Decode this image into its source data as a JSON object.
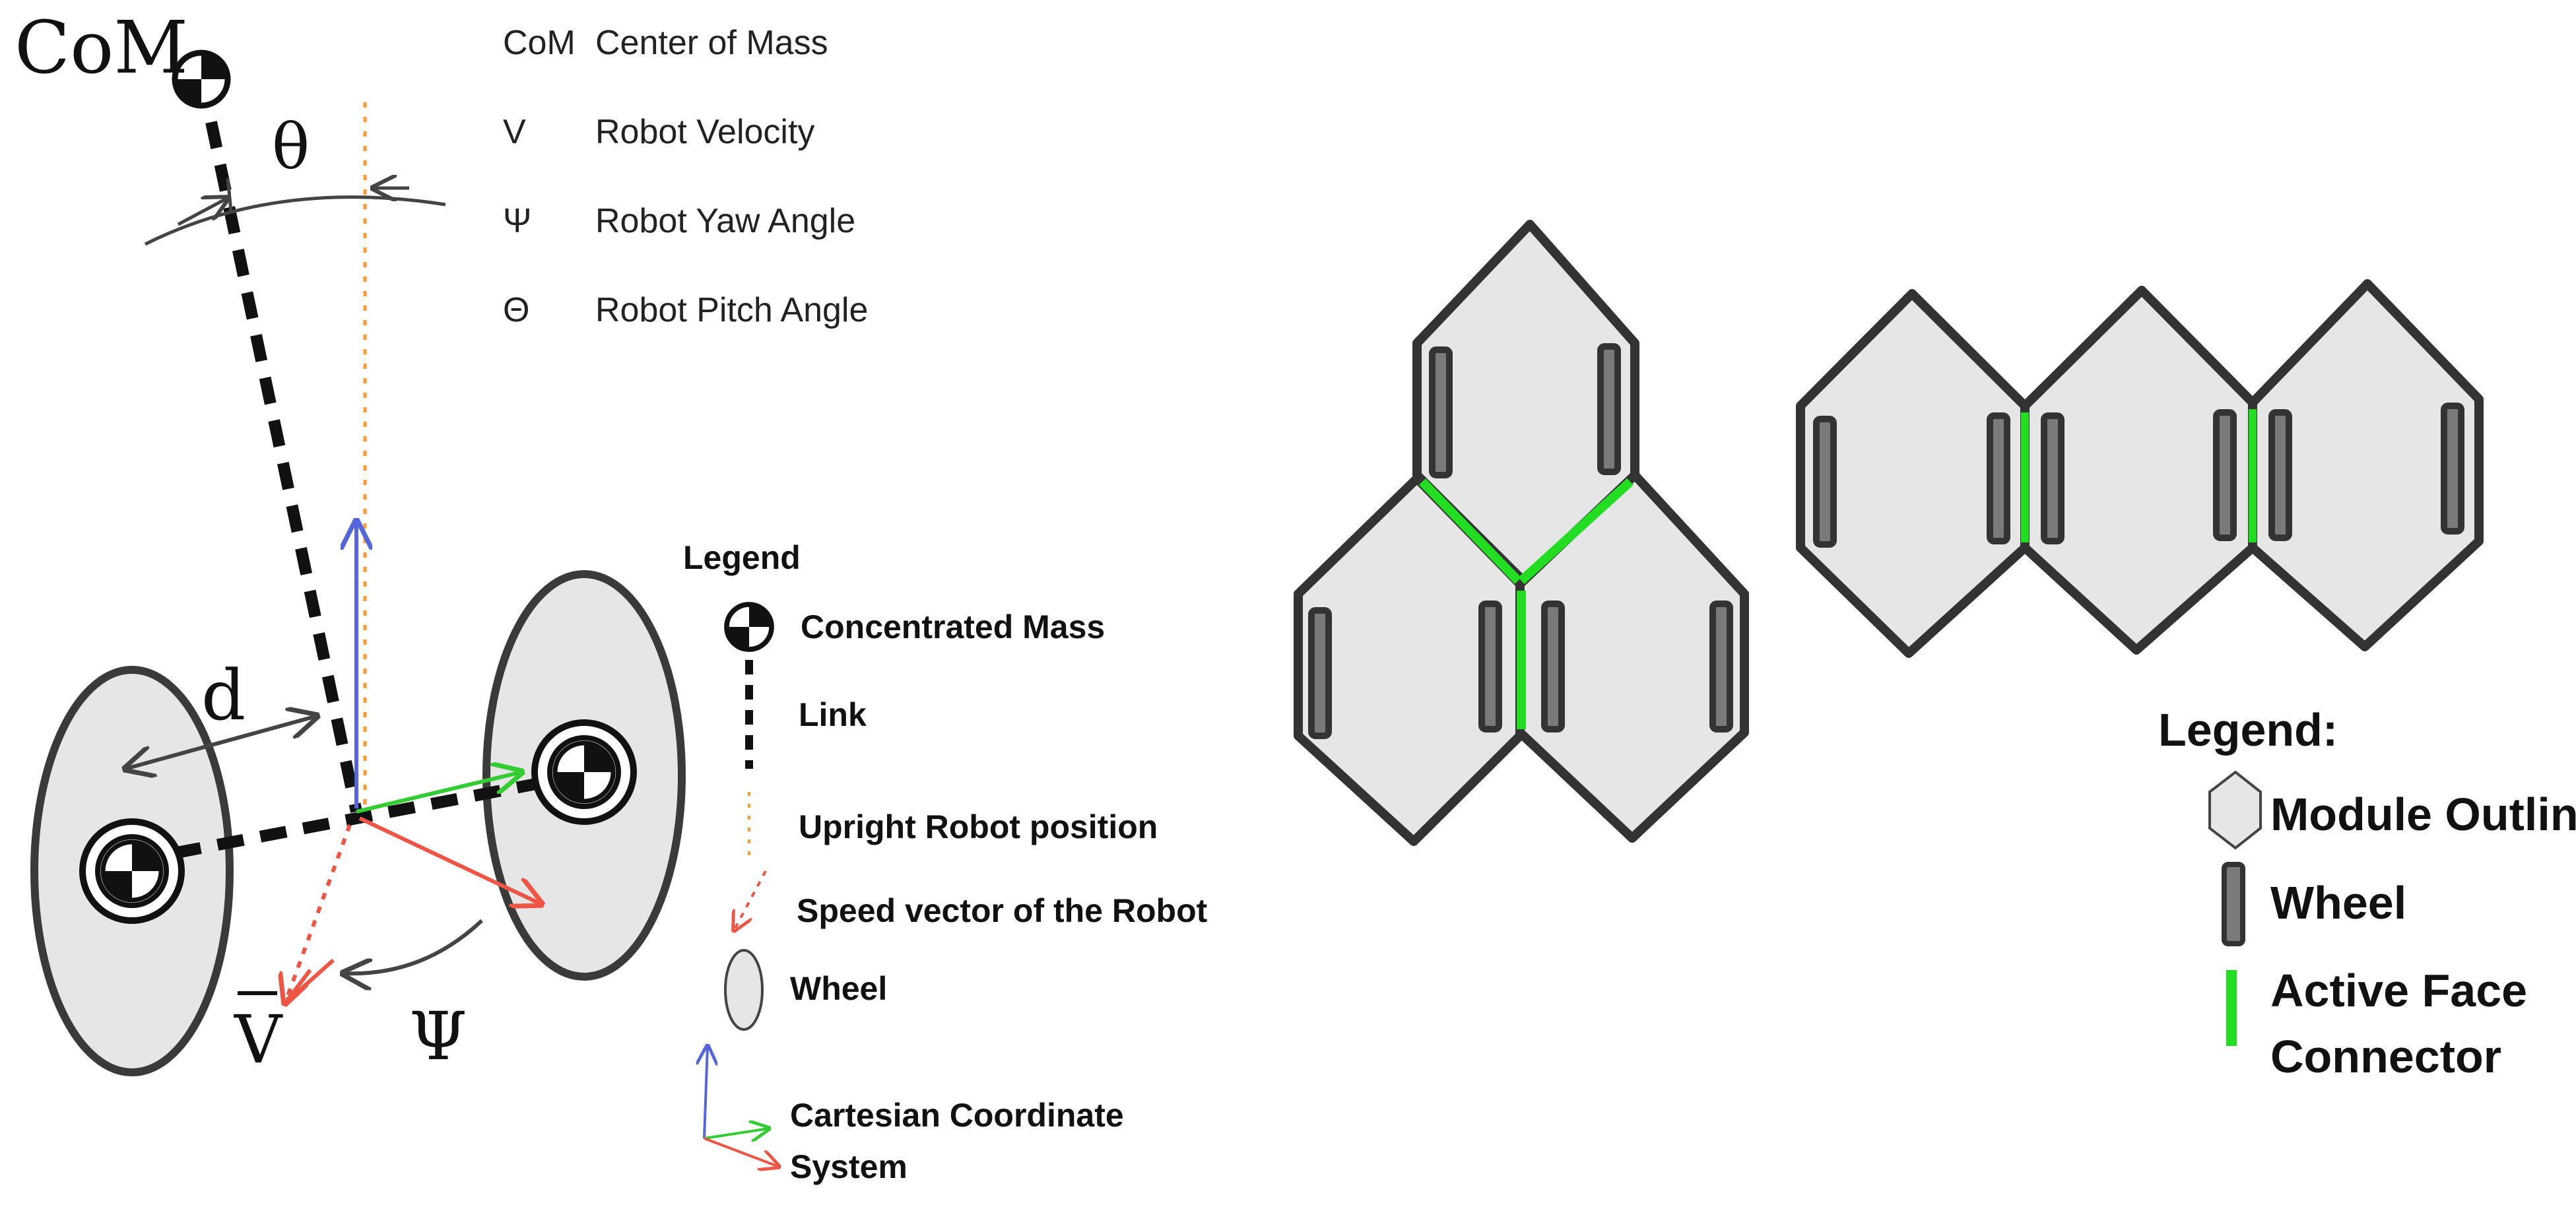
{
  "left_diagram": {
    "labels": {
      "com": "CoM",
      "theta": "θ",
      "d": "d",
      "v": "V",
      "psi": "Ψ"
    },
    "symbol_table": [
      {
        "symbol": "CoM",
        "meaning": "Center of Mass"
      },
      {
        "symbol": "V",
        "meaning": "Robot Velocity"
      },
      {
        "symbol": "Ψ",
        "meaning": "Robot Yaw Angle"
      },
      {
        "symbol": "Θ",
        "meaning": "Robot Pitch Angle"
      }
    ],
    "legend": {
      "title": "Legend",
      "items": [
        {
          "key": "mass",
          "label": "Concentrated Mass"
        },
        {
          "key": "link",
          "label": "Link"
        },
        {
          "key": "upright",
          "label": "Upright Robot position"
        },
        {
          "key": "speed",
          "label": "Speed vector of the Robot"
        },
        {
          "key": "wheel",
          "label": "Wheel"
        },
        {
          "key": "cartesian",
          "label_line1": "Cartesian Coordinate",
          "label_line2": "System"
        }
      ]
    }
  },
  "right_diagram": {
    "legend": {
      "title": "Legend:",
      "items": [
        {
          "key": "module",
          "label": "Module Outline"
        },
        {
          "key": "wheel",
          "label": "Wheel"
        },
        {
          "key": "connector",
          "label_line1": "Active Face",
          "label_line2": "Connector"
        }
      ]
    }
  },
  "colors": {
    "module_fill": "#e6e6e6",
    "outline": "#333333",
    "wheel_fill": "#7a7a7a",
    "connector": "#22dd22",
    "axis_blue": "#5566dd",
    "axis_green": "#33cc33",
    "axis_red": "#ee5544",
    "upright_orange": "#ff9933"
  }
}
